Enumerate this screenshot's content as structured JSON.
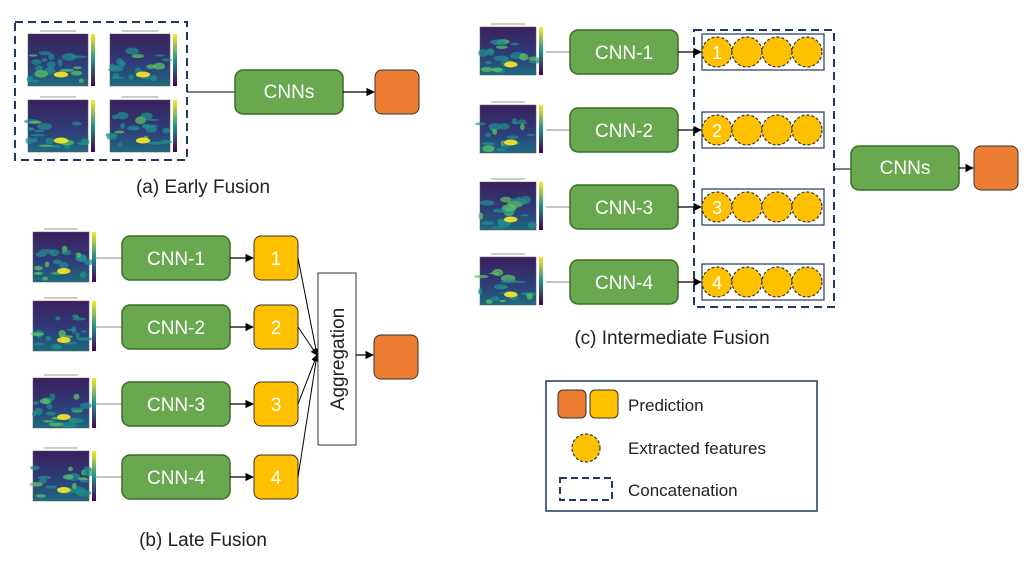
{
  "colors": {
    "cnn_fill": "#6aa84f",
    "cnn_stroke": "#3b6e26",
    "prediction_orange": "#ed7d31",
    "prediction_yellow": "#ffc000",
    "feature_fill": "#ffc000",
    "concat_stroke": "#1f3864",
    "spec_bg": "#44206b",
    "spec_mid": "#2a7d8e",
    "spec_hot": "#fde725"
  },
  "panel_a": {
    "caption": "(a) Early Fusion",
    "cnn_label": "CNNs"
  },
  "panel_b": {
    "caption": "(b) Late Fusion",
    "cnn_labels": [
      "CNN-1",
      "CNN-2",
      "CNN-3",
      "CNN-4"
    ],
    "prediction_labels": [
      "1",
      "2",
      "3",
      "4"
    ],
    "aggregation_label": "Aggregation"
  },
  "panel_c": {
    "caption": "(c) Intermediate Fusion",
    "cnn_labels": [
      "CNN-1",
      "CNN-2",
      "CNN-3",
      "CNN-4"
    ],
    "feature_row_labels": [
      "1",
      "2",
      "3",
      "4"
    ],
    "final_cnn_label": "CNNs"
  },
  "legend": {
    "prediction": "Prediction",
    "extracted_features": "Extracted features",
    "concatenation": "Concatenation"
  }
}
